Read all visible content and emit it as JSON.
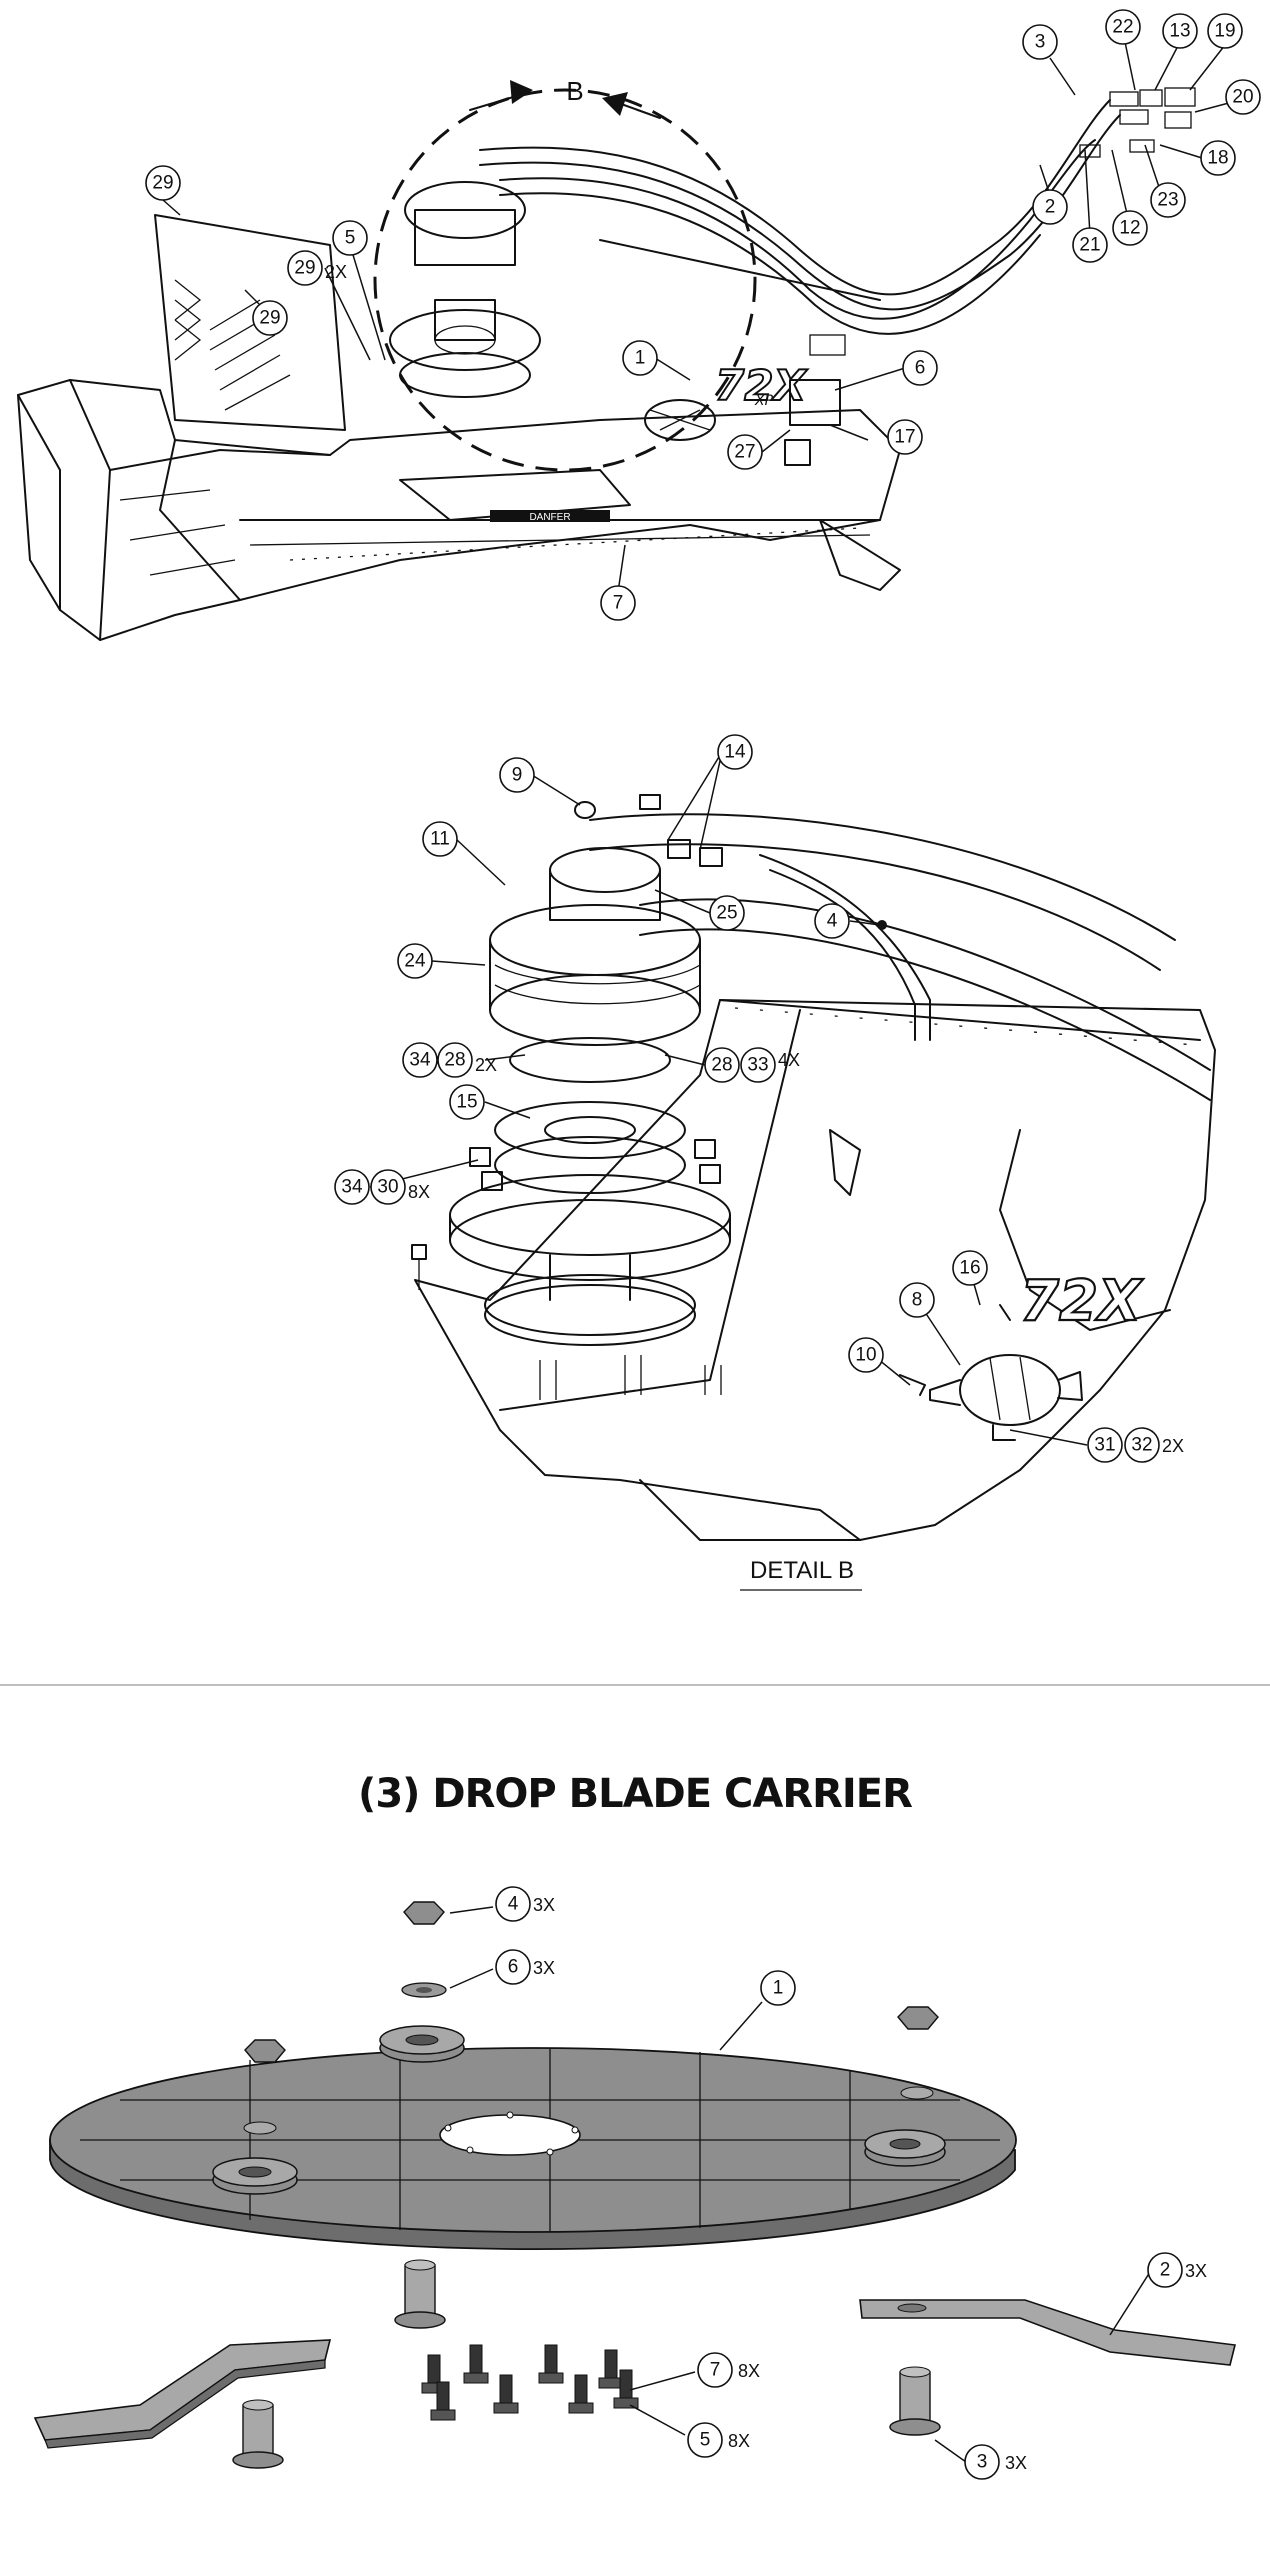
{
  "top_view": {
    "detail_marker": "B",
    "decal_text": "72X",
    "decal_suffix": "XP",
    "skirt_text": "DANFER",
    "balloons": [
      {
        "n": "29",
        "qty": ""
      },
      {
        "n": "5",
        "qty": ""
      },
      {
        "n": "29",
        "qty": "2X"
      },
      {
        "n": "29",
        "qty": ""
      },
      {
        "n": "1",
        "qty": ""
      },
      {
        "n": "6",
        "qty": ""
      },
      {
        "n": "27",
        "qty": ""
      },
      {
        "n": "17",
        "qty": ""
      },
      {
        "n": "7",
        "qty": ""
      },
      {
        "n": "3",
        "qty": ""
      },
      {
        "n": "22",
        "qty": ""
      },
      {
        "n": "13",
        "qty": ""
      },
      {
        "n": "19",
        "qty": ""
      },
      {
        "n": "20",
        "qty": ""
      },
      {
        "n": "18",
        "qty": ""
      },
      {
        "n": "23",
        "qty": ""
      },
      {
        "n": "12",
        "qty": ""
      },
      {
        "n": "21",
        "qty": ""
      },
      {
        "n": "2",
        "qty": ""
      }
    ]
  },
  "detail_view": {
    "caption": "DETAIL  B",
    "decal_text": "72X",
    "balloons": [
      {
        "n": "9",
        "qty": ""
      },
      {
        "n": "14",
        "qty": ""
      },
      {
        "n": "11",
        "qty": ""
      },
      {
        "n": "25",
        "qty": ""
      },
      {
        "n": "4",
        "qty": ""
      },
      {
        "n": "24",
        "qty": ""
      },
      {
        "n": "34",
        "qty": ""
      },
      {
        "n": "28",
        "qty": "2X"
      },
      {
        "n": "28",
        "qty": ""
      },
      {
        "n": "33",
        "qty": "4X"
      },
      {
        "n": "15",
        "qty": ""
      },
      {
        "n": "34",
        "qty": ""
      },
      {
        "n": "30",
        "qty": "8X"
      },
      {
        "n": "16",
        "qty": ""
      },
      {
        "n": "8",
        "qty": ""
      },
      {
        "n": "10",
        "qty": ""
      },
      {
        "n": "31",
        "qty": ""
      },
      {
        "n": "32",
        "qty": "2X"
      }
    ]
  },
  "carrier_view": {
    "title": "(3) DROP BLADE CARRIER",
    "balloons": [
      {
        "n": "4",
        "qty": "3X"
      },
      {
        "n": "6",
        "qty": "3X"
      },
      {
        "n": "1",
        "qty": ""
      },
      {
        "n": "2",
        "qty": "3X"
      },
      {
        "n": "7",
        "qty": "8X"
      },
      {
        "n": "5",
        "qty": "8X"
      },
      {
        "n": "3",
        "qty": "3X"
      }
    ]
  }
}
